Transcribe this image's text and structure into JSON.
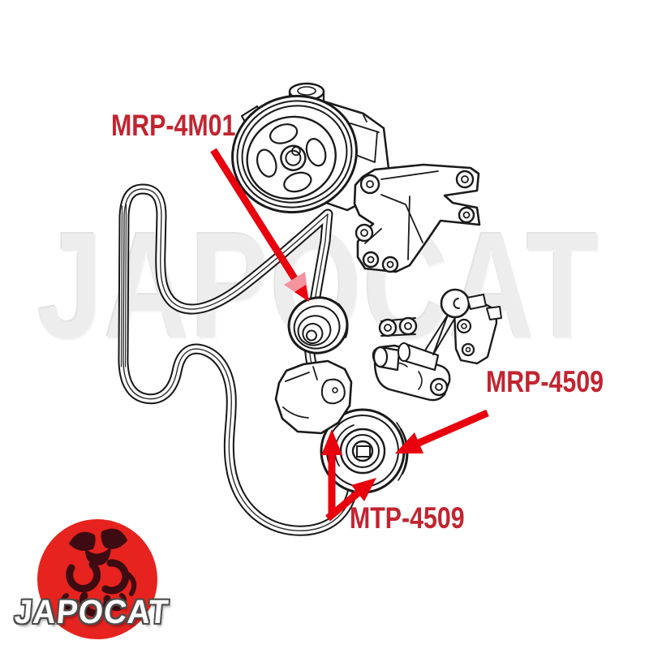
{
  "watermark": {
    "text": "JAPOCAT"
  },
  "labels": {
    "mrp_4m01": "MRP-4M01",
    "mrp_4509": "MRP-4509",
    "mtp_4509": "MTP-4509"
  },
  "colors": {
    "label_red": "#c22430",
    "arrow_red": "#e8000d",
    "arrow_pink": "#f4949e",
    "logo_red": "#e6231e",
    "logo_figure": "#3d0b11",
    "line_black": "#1a1a1a"
  },
  "logo": {
    "text": "JAPOCAT"
  }
}
